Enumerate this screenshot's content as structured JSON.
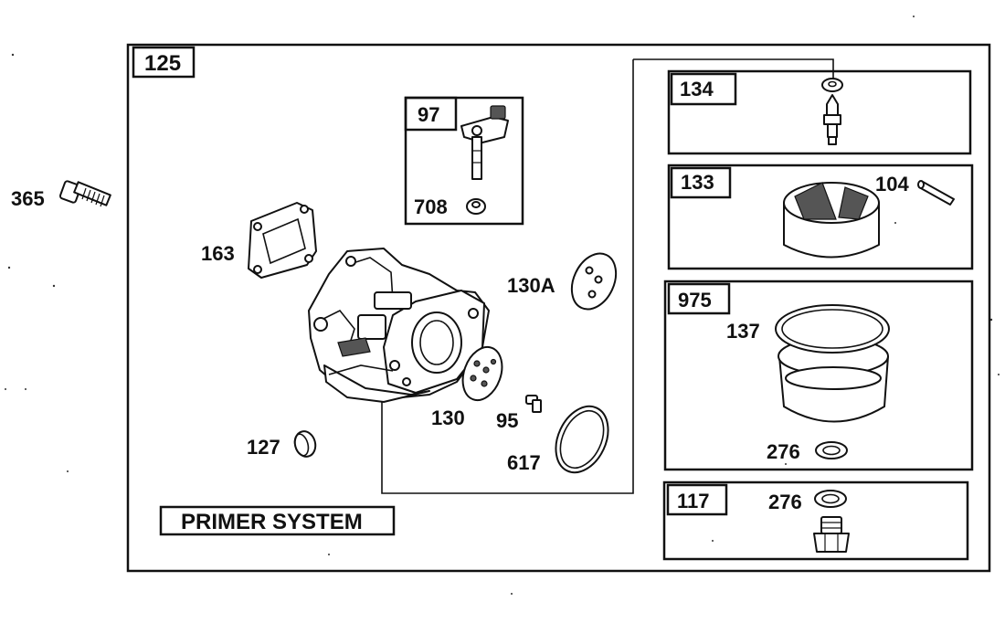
{
  "labels": {
    "p125": "125",
    "p97": "97",
    "p708": "708",
    "p365": "365",
    "p163": "163",
    "p130a": "130A",
    "p130": "130",
    "p95": "95",
    "p617": "617",
    "p127": "127",
    "p134": "134",
    "p133": "133",
    "p104": "104",
    "p975": "975",
    "p137": "137",
    "p276a": "276",
    "p117": "117",
    "p276b": "276"
  },
  "primer_system": "PRIMER SYSTEM"
}
